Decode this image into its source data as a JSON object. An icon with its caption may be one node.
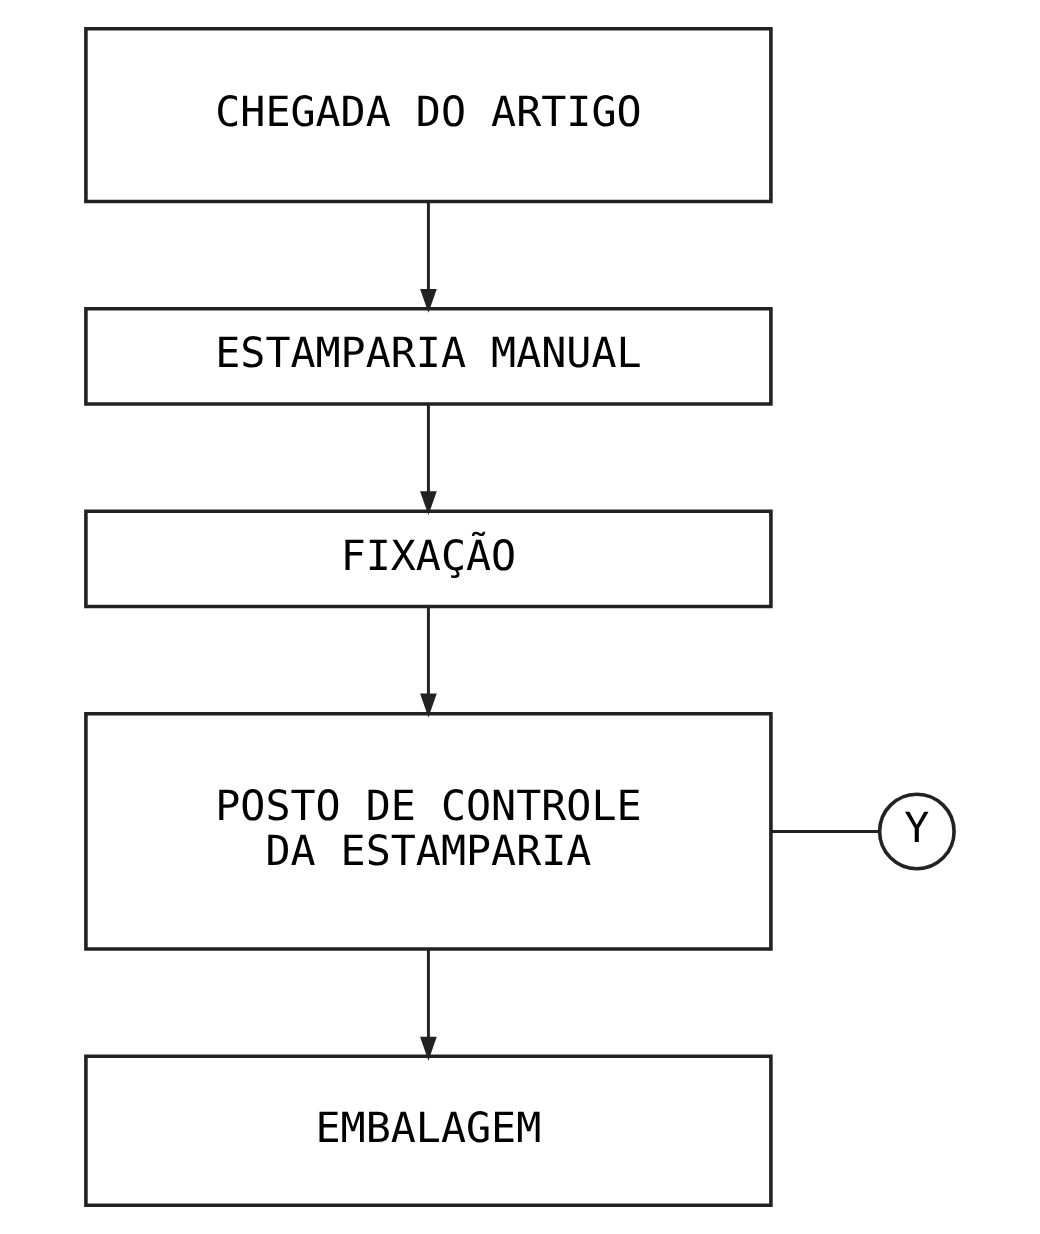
{
  "diagram": {
    "nodes": [
      {
        "text": [
          "CHEGADA DO ARTIGO"
        ]
      },
      {
        "text": [
          "ESTAMPARIA MANUAL"
        ]
      },
      {
        "text": [
          "FIXAÇÃO"
        ]
      },
      {
        "text": [
          "POSTO DE CONTROLE DA ESTAMPARIA"
        ]
      },
      {
        "text": [
          "Y"
        ]
      },
      {
        "text": [
          "EMBALAGEM"
        ]
      }
    ],
    "edges": [
      {
        "from": 0,
        "to": 1,
        "arrow": "to"
      },
      {
        "from": 1,
        "to": 2,
        "arrow": "to"
      },
      {
        "from": 2,
        "to": 3,
        "arrow": "to"
      },
      {
        "from": 3,
        "to": 4,
        "arrow": "none"
      },
      {
        "from": 3,
        "to": 5,
        "arrow": "to"
      }
    ]
  }
}
